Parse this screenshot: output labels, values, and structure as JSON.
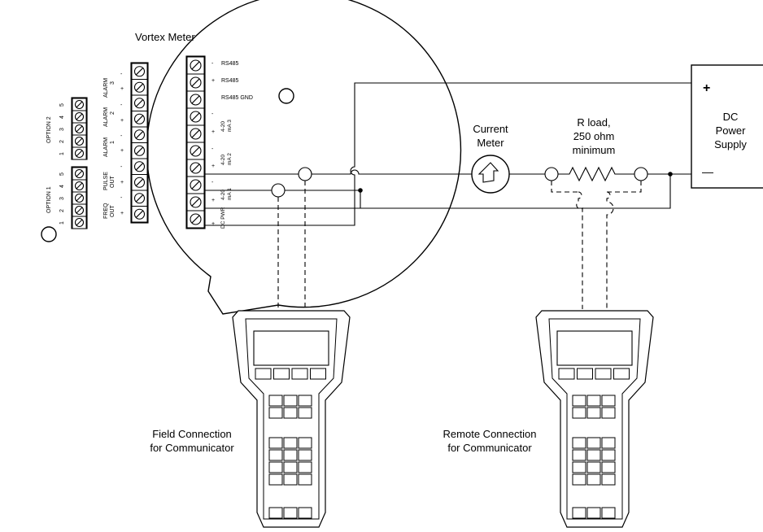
{
  "title": "Vortex Meter",
  "terminals_right": {
    "rs485_neg": {
      "sign": "-",
      "label": "RS485"
    },
    "rs485_pos": {
      "sign": "+",
      "label": "RS485"
    },
    "rs485_gnd": {
      "label": "RS485 GND"
    },
    "ma3": {
      "line1": "4-20",
      "line2": "mA 3"
    },
    "ma2": {
      "line1": "4-20",
      "line2": "mA 2"
    },
    "ma1": {
      "line1": "4-20",
      "line2": "mA 1"
    },
    "dcpwr": {
      "label": "DC PWR"
    }
  },
  "terminals_middle": {
    "alarm3": {
      "line1": "ALARM",
      "line2": "3"
    },
    "alarm2": {
      "line1": "ALARM",
      "line2": "2"
    },
    "alarm1": {
      "line1": "ALARM",
      "line2": "1"
    },
    "pulse_out": {
      "line1": "PULSE",
      "line2": "OUT"
    },
    "freq_out": {
      "line1": "FREQ",
      "line2": "OUT"
    }
  },
  "option_blocks": {
    "option2": {
      "label": "OPTION 2",
      "numbers": [
        "1",
        "2",
        "3",
        "4",
        "5"
      ]
    },
    "option1": {
      "label": "OPTION 1",
      "numbers": [
        "1",
        "2",
        "3",
        "4",
        "5"
      ]
    }
  },
  "current_meter": {
    "line1": "Current",
    "line2": "Meter"
  },
  "r_load": {
    "line1": "R load,",
    "line2": "250 ohm",
    "line3": "minimum"
  },
  "power_supply": {
    "plus": "+",
    "minus": "—",
    "line1": "DC",
    "line2": "Power",
    "line3": "Supply"
  },
  "field_connection": {
    "line1": "Field Connection",
    "line2": "for Communicator"
  },
  "remote_connection": {
    "line1": "Remote Connection",
    "line2": "for Communicator"
  }
}
